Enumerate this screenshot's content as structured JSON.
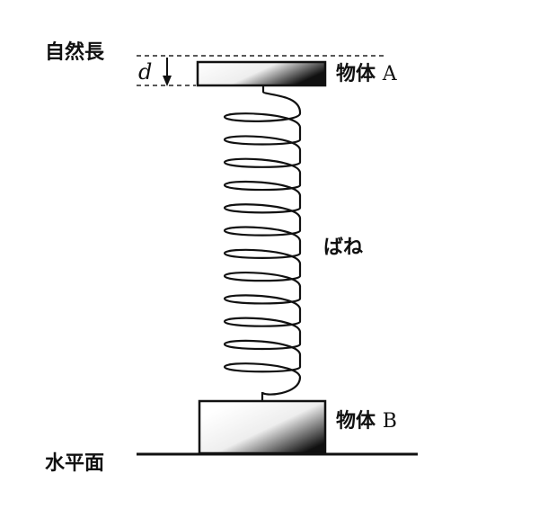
{
  "labels": {
    "natural_length": "自然長",
    "displacement": "d",
    "object_a_kanji": "物体",
    "object_a_letter": "A",
    "spring": "ばね",
    "object_b_kanji": "物体",
    "object_b_letter": "B",
    "ground": "水平面"
  },
  "spring": {
    "coils": 12
  }
}
